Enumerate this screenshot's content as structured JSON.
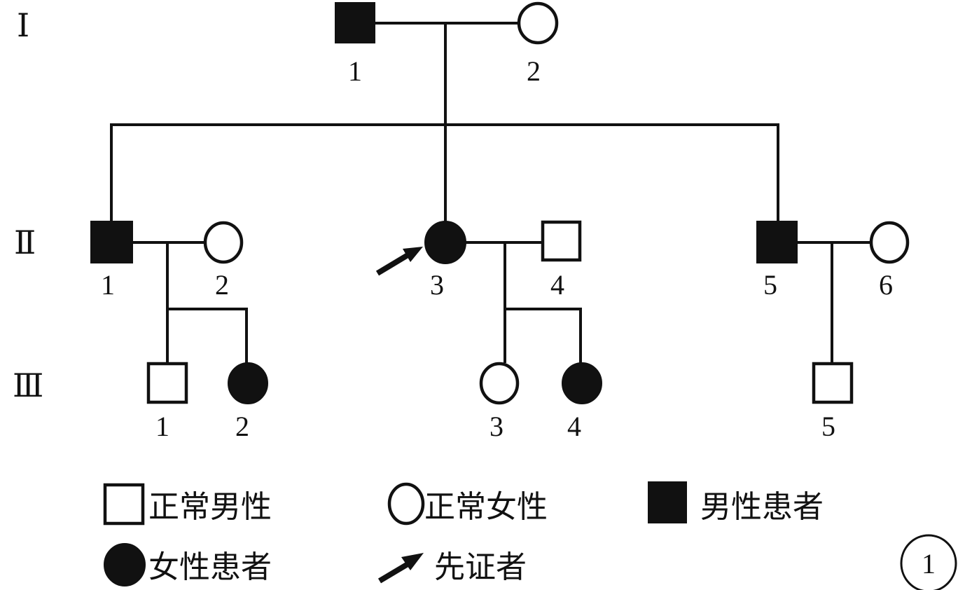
{
  "title": "Pedigree chart",
  "figure_label": "1",
  "generations": [
    {
      "label": "I",
      "members": [
        {
          "id": "I-1",
          "number": "1",
          "sex": "male",
          "affected": true
        },
        {
          "id": "I-2",
          "number": "2",
          "sex": "female",
          "affected": false
        }
      ]
    },
    {
      "label": "II",
      "members": [
        {
          "id": "II-1",
          "number": "1",
          "sex": "male",
          "affected": true
        },
        {
          "id": "II-2",
          "number": "2",
          "sex": "female",
          "affected": false
        },
        {
          "id": "II-3",
          "number": "3",
          "sex": "female",
          "affected": true,
          "proband": true
        },
        {
          "id": "II-4",
          "number": "4",
          "sex": "male",
          "affected": false
        },
        {
          "id": "II-5",
          "number": "5",
          "sex": "male",
          "affected": true
        },
        {
          "id": "II-6",
          "number": "6",
          "sex": "female",
          "affected": false
        }
      ]
    },
    {
      "label": "III",
      "members": [
        {
          "id": "III-1",
          "number": "1",
          "sex": "male",
          "affected": false
        },
        {
          "id": "III-2",
          "number": "2",
          "sex": "female",
          "affected": true
        },
        {
          "id": "III-3",
          "number": "3",
          "sex": "female",
          "affected": false
        },
        {
          "id": "III-4",
          "number": "4",
          "sex": "female",
          "affected": true
        },
        {
          "id": "III-5",
          "number": "5",
          "sex": "male",
          "affected": false
        }
      ]
    }
  ],
  "couples": [
    {
      "partners": [
        "I-1",
        "I-2"
      ],
      "children": [
        "II-1",
        "II-3",
        "II-5"
      ]
    },
    {
      "partners": [
        "II-1",
        "II-2"
      ],
      "children": [
        "III-1",
        "III-2"
      ]
    },
    {
      "partners": [
        "II-3",
        "II-4"
      ],
      "children": [
        "III-3",
        "III-4"
      ]
    },
    {
      "partners": [
        "II-5",
        "II-6"
      ],
      "children": [
        "III-5"
      ]
    }
  ],
  "legend": {
    "normal_male": "正常男性",
    "normal_female": "正常女性",
    "affected_male": "男性患者",
    "affected_female": "女性患者",
    "proband": "先证者"
  },
  "generation_labels": {
    "gen1": "Ⅰ",
    "gen2": "Ⅱ",
    "gen3": "Ⅲ"
  },
  "member_numbers": {
    "I_1": "1",
    "I_2": "2",
    "II_1": "1",
    "II_2": "2",
    "II_3": "3",
    "II_4": "4",
    "II_5": "5",
    "II_6": "6",
    "III_1": "1",
    "III_2": "2",
    "III_3": "3",
    "III_4": "4",
    "III_5": "5"
  },
  "colors": {
    "ink": "#111111",
    "background": "#ffffff"
  }
}
